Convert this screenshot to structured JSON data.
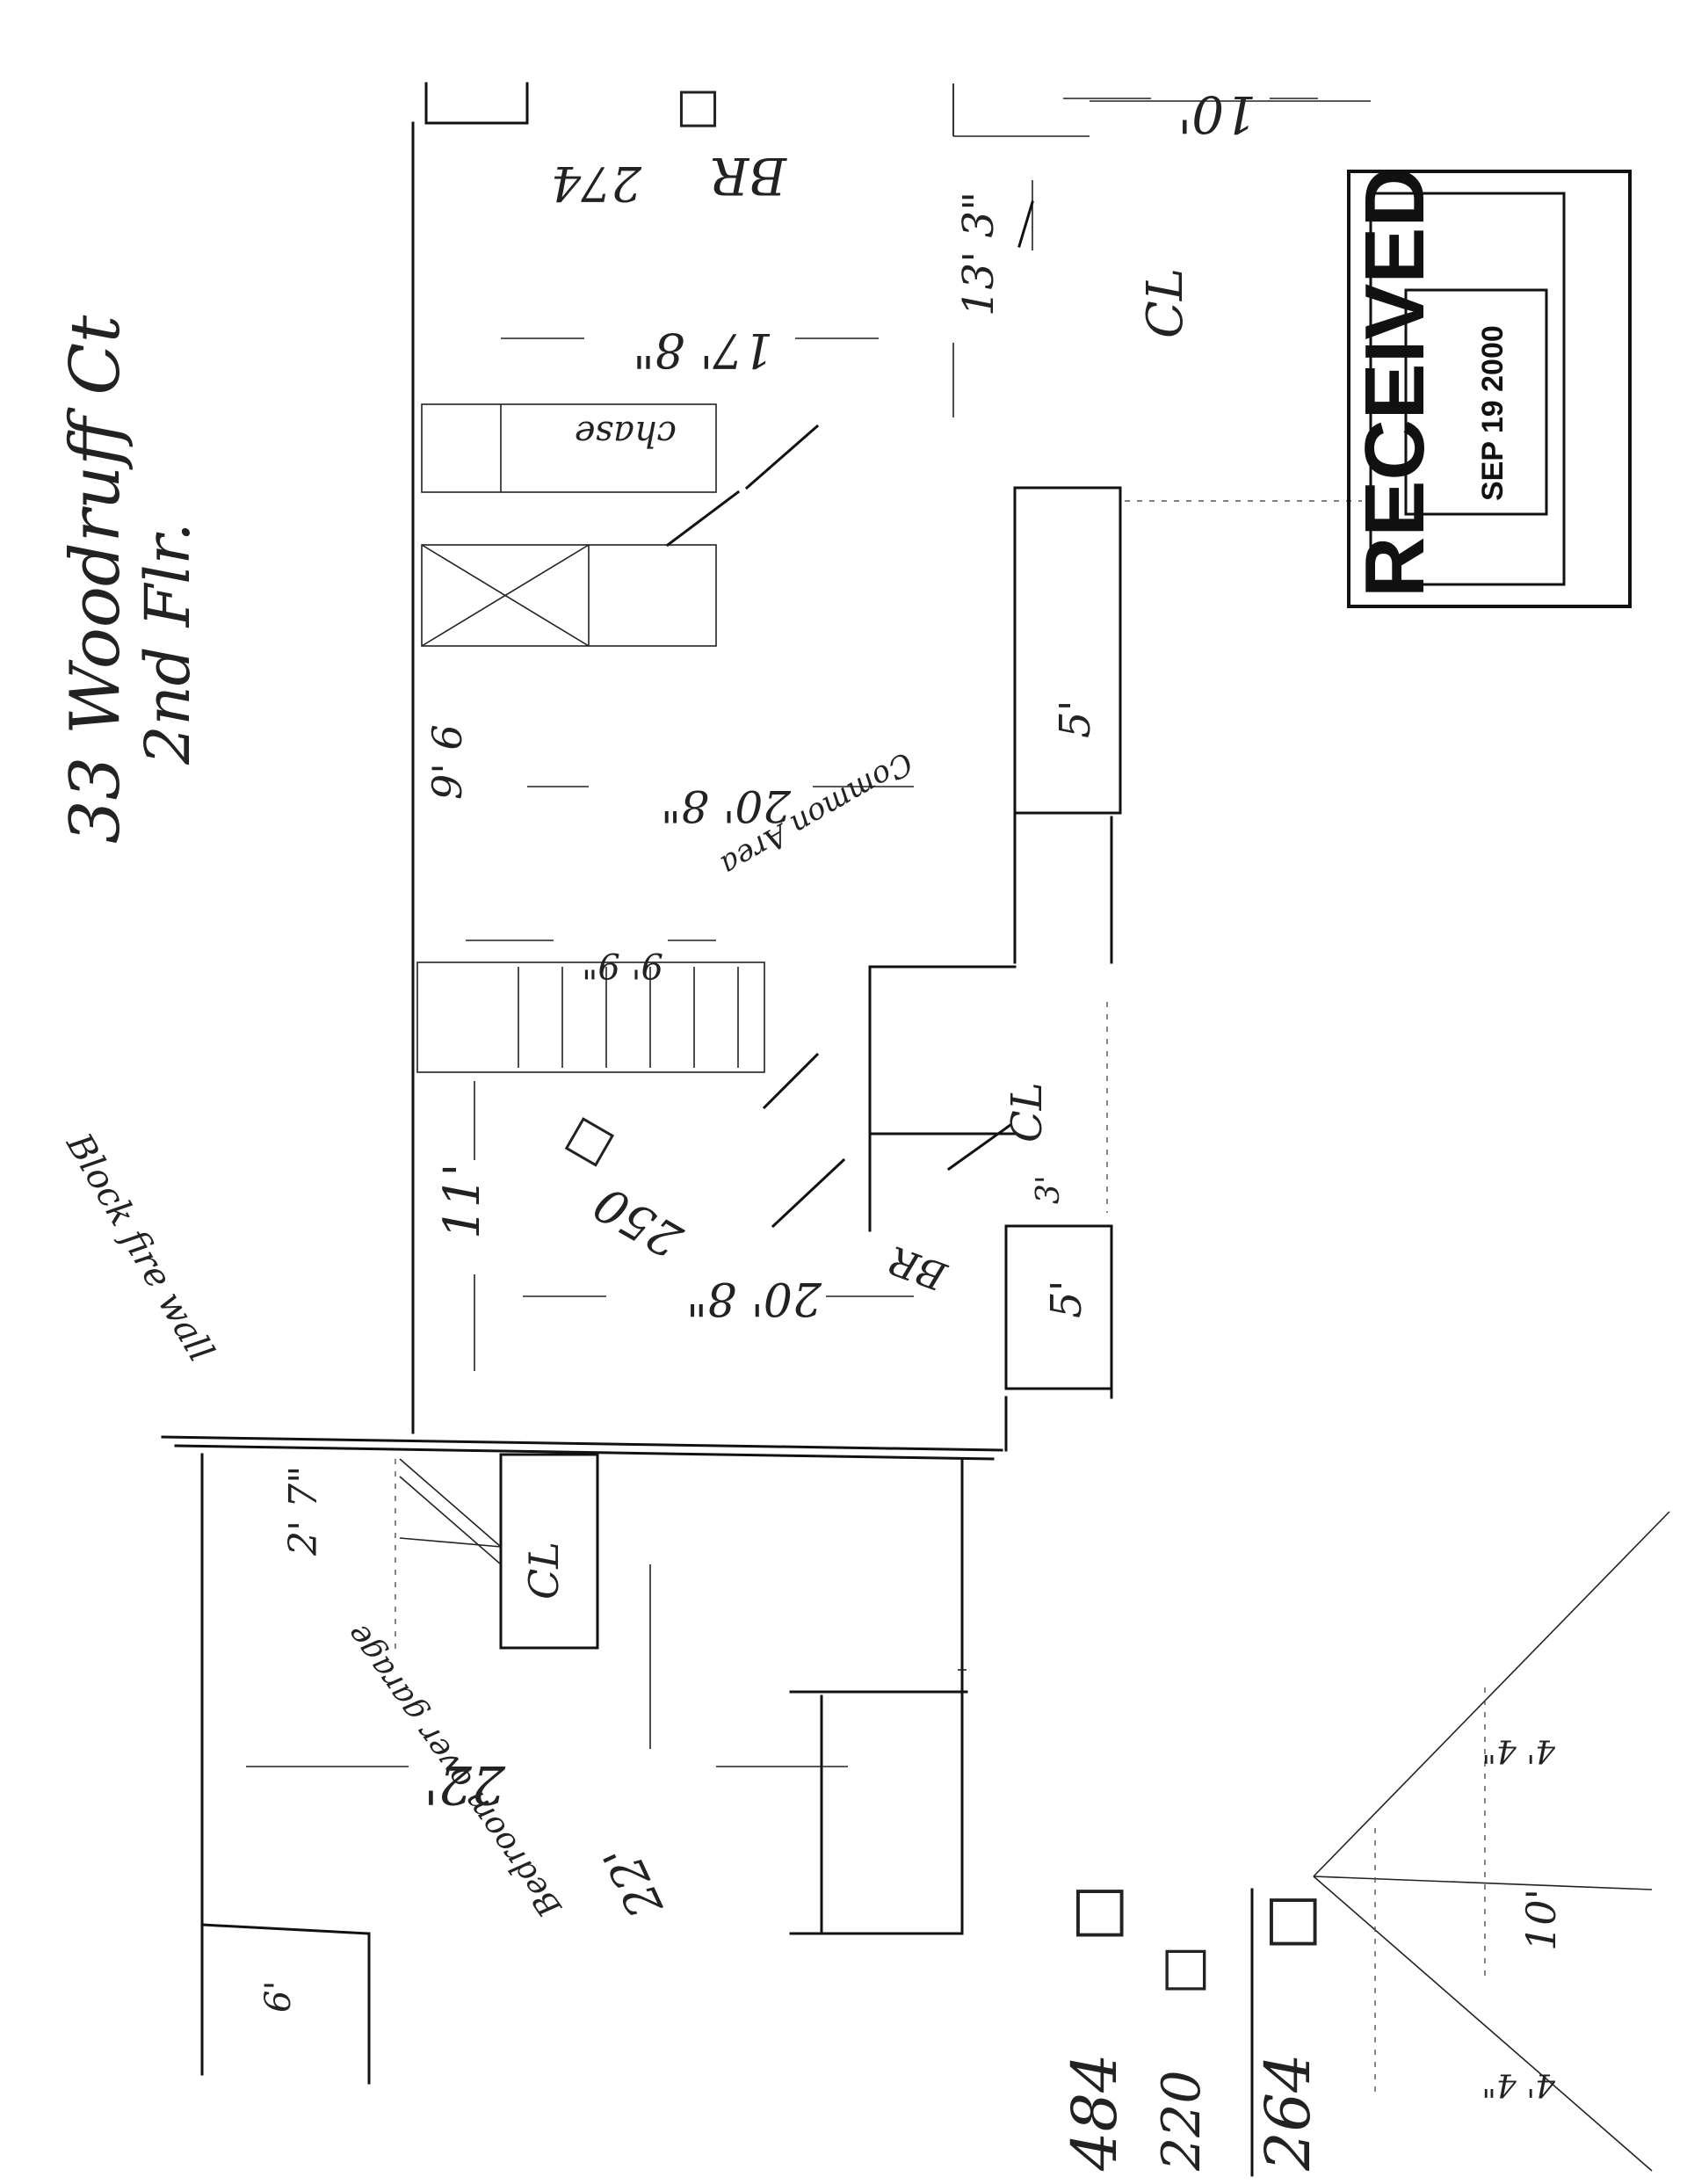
{
  "title": {
    "address": "33 Woodruff Ct",
    "floor": "2nd Flr."
  },
  "rooms": {
    "bedroom_1": {
      "area": "274",
      "label": "BR"
    },
    "common": {
      "label": "Common Area"
    },
    "bedroom_2": {
      "area": "250",
      "label": "BR"
    },
    "bedroom_over_garage": {
      "label": "Bedroom over garage"
    }
  },
  "dimensions": {
    "d_10": "10'",
    "d_13_3": "13' 3\"",
    "d_17_8": "17' 8\"",
    "d_9_6": "9' 6",
    "d_20_8a": "20' 8\"",
    "d_9_9": "9' 9\"",
    "d_5a": "5'",
    "d_11": "11'",
    "d_20_8b": "20' 8\"",
    "d_5b": "5'",
    "d_3": "3'",
    "d_22": "22'",
    "d_22b": "22'",
    "d_2_7": "2' 7\"",
    "d_6": "6'",
    "d_4_4a": "4' 4\"",
    "d_4_4b": "4' 4\"",
    "d_10b": "10'"
  },
  "labels": {
    "closet_top": "CL",
    "closet_mid": "CL",
    "closet_left": "CL",
    "chase": "chase",
    "fire_wall": "Block fire wall"
  },
  "area_totals": [
    "484",
    "220",
    "264"
  ],
  "area_unit": "□",
  "stamp": {
    "word": "RECEIVED",
    "date": "SEP 19 2000"
  }
}
